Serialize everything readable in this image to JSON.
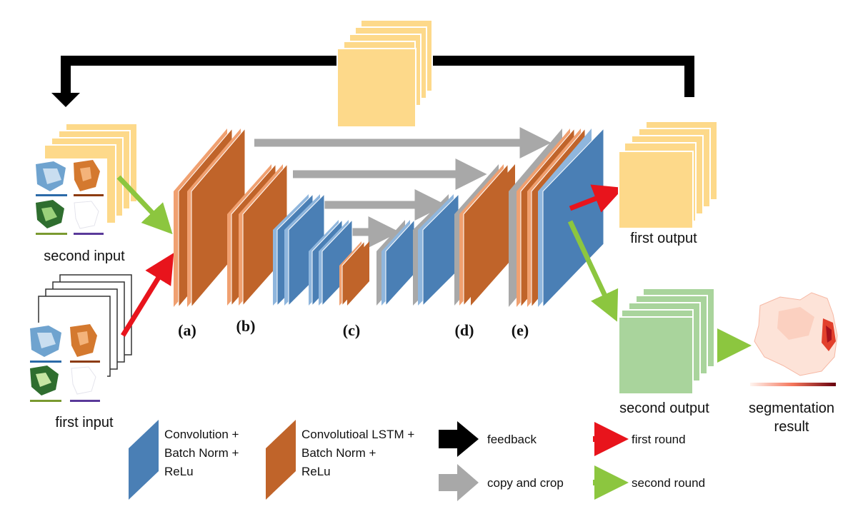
{
  "colors": {
    "conv_blue": "#4a7fb5",
    "lstm_orange": "#c0642a",
    "crop_gray": "#a8a8a8",
    "feature_yellow": "#fdd98a",
    "output_green": "#a9d49c",
    "feedback_black": "#000000",
    "first_round_red": "#e8141c",
    "second_round_green": "#8cc63f"
  },
  "labels": {
    "second_input": "second input",
    "first_input": "first input",
    "first_output": "first output",
    "second_output": "second output",
    "segmentation_line1": "segmentation",
    "segmentation_line2": "result"
  },
  "stages": {
    "a": "(a)",
    "b": "(b)",
    "c": "(c)",
    "d": "(d)",
    "e": "(e)"
  },
  "legend": {
    "conv_line1": "Convolution +",
    "conv_line2": "Batch Norm +",
    "conv_line3": "ReLu",
    "lstm_line1": "Convolutioal LSTM +",
    "lstm_line2": "Batch Norm +",
    "lstm_line3": "ReLu",
    "feedback": "feedback",
    "copy_crop": "copy and crop",
    "first_round": "first round",
    "second_round": "second round"
  }
}
